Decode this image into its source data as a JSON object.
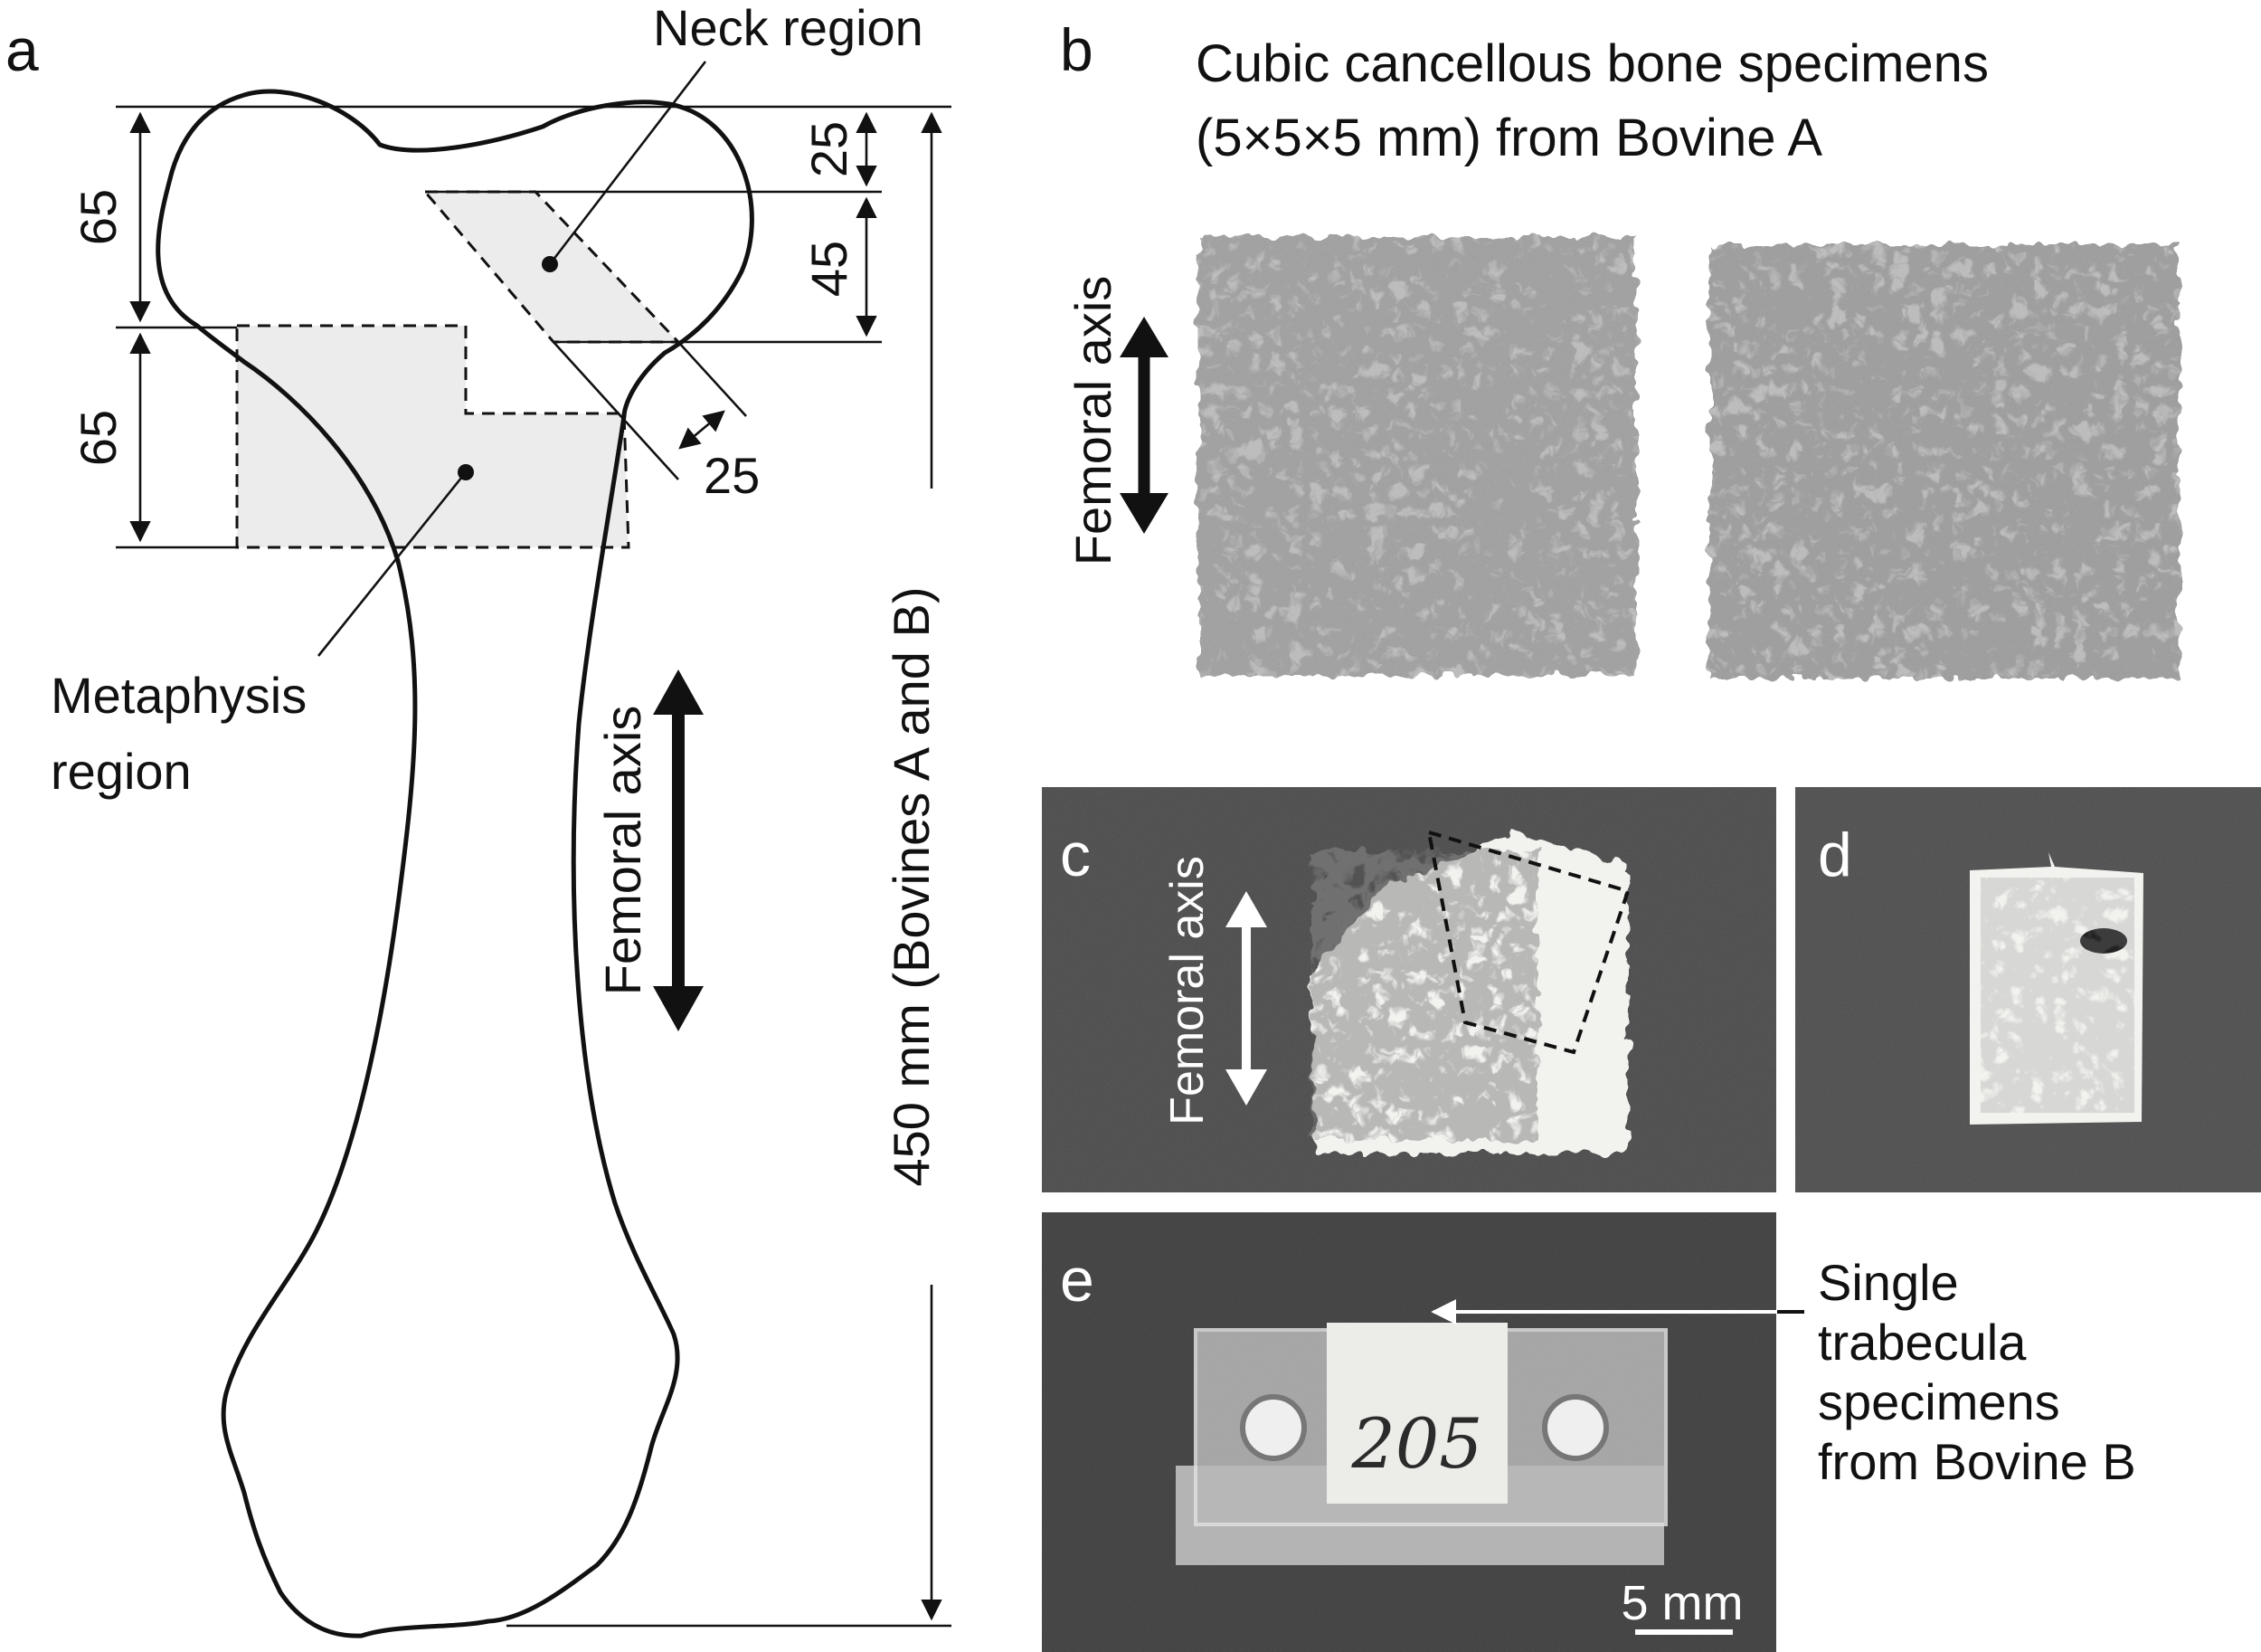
{
  "panels": {
    "a": {
      "letter": "a",
      "neck_region_label": "Neck region",
      "metaphysis_label_line1": "Metaphysis",
      "metaphysis_label_line2": "region",
      "femoral_axis_label": "Femoral axis",
      "dim_total": "450 mm (Bovines A and B)",
      "dim_head_upper": "65",
      "dim_metaphysis": "65",
      "dim_neck_offset": "25",
      "dim_neck_height": "45",
      "dim_neck_width": "25"
    },
    "b": {
      "letter": "b",
      "caption_line1": "Cubic cancellous bone specimens",
      "caption_line2": "(5×5×5 mm) from Bovine A",
      "femoral_axis_label": "Femoral axis"
    },
    "c": {
      "letter": "c",
      "femoral_axis_label": "Femoral axis"
    },
    "d": {
      "letter": "d"
    },
    "e": {
      "letter": "e",
      "scale_bar_label": "5 mm",
      "specimen_marking": "205",
      "callout_line1": "Single",
      "callout_line2": "trabecula",
      "callout_line3": "specimens",
      "callout_line4": "from Bovine B"
    }
  },
  "colors": {
    "photo_background": "#4a4a4a",
    "bone_white": "#f4f4f2",
    "micro_ct_gray": "#b9b9b9",
    "region_fill": "#ececec"
  }
}
